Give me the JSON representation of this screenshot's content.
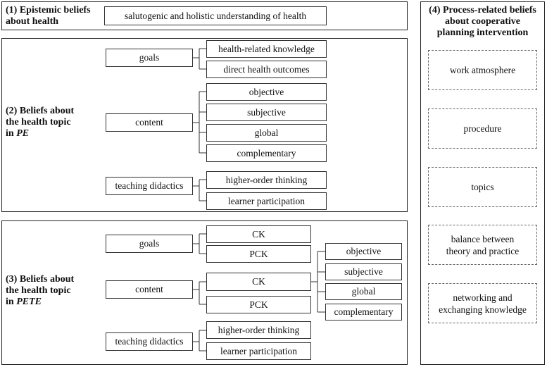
{
  "section1": {
    "title": "(1) Epistemic beliefs\nabout health",
    "item": "salutogenic and holistic understanding of health"
  },
  "section2": {
    "title_prefix": "(2) Beliefs about\nthe health topic\nin ",
    "title_em": "PE",
    "goals": {
      "label": "goals",
      "items": [
        "health-related knowledge",
        "direct health outcomes"
      ]
    },
    "content": {
      "label": "content",
      "items": [
        "objective",
        "subjective",
        "global",
        "complementary"
      ]
    },
    "didactics": {
      "label": "teaching didactics",
      "items": [
        "higher-order thinking",
        "learner participation"
      ]
    }
  },
  "section3": {
    "title_prefix": "(3) Beliefs about\nthe health topic\nin ",
    "title_em": "PETE",
    "goals": {
      "label": "goals",
      "items": [
        "CK",
        "PCK"
      ]
    },
    "content": {
      "label": "content",
      "items": [
        "CK",
        "PCK"
      ],
      "ck_items": [
        "objective",
        "subjective",
        "global",
        "complementary"
      ]
    },
    "didactics": {
      "label": "teaching didactics",
      "items": [
        "higher-order thinking",
        "learner participation"
      ]
    }
  },
  "section4": {
    "title": "(4) Process-related beliefs\nabout cooperative\nplanning intervention",
    "items": [
      "work atmosphere",
      "procedure",
      "topics",
      "balance between\ntheory and practice",
      "networking and\nexchanging knowledge"
    ]
  }
}
